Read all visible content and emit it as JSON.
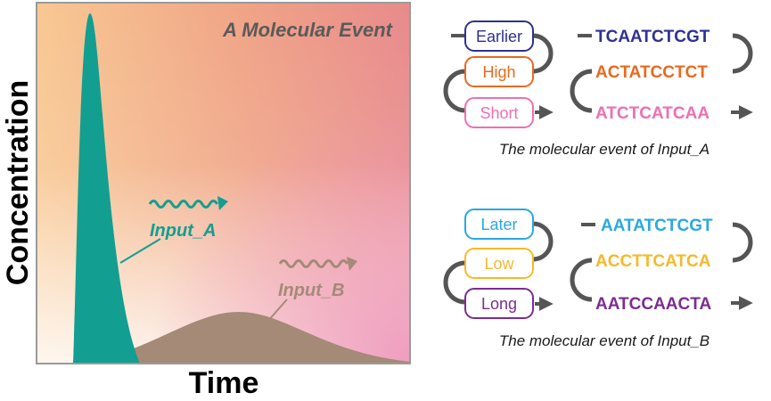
{
  "plot": {
    "title": "A Molecular Event",
    "xlabel": "Time",
    "ylabel": "Concentration",
    "input_a": {
      "label": "Input_A",
      "color": "#129e90"
    },
    "input_b": {
      "label": "Input_B",
      "color": "#a48a77"
    }
  },
  "event_a": {
    "caption": "The molecular event of Input_A",
    "pills": [
      {
        "label": "Earlier",
        "color": "#2e3192"
      },
      {
        "label": "High",
        "color": "#e86a1f"
      },
      {
        "label": "Short",
        "color": "#ef6fb0"
      }
    ],
    "sequences": [
      {
        "text": "TCAATCTCGT",
        "color": "#2e3192"
      },
      {
        "text": "ACTATCCTCT",
        "color": "#e86a1f"
      },
      {
        "text": "ATCTCATCAA",
        "color": "#ef6fb0"
      }
    ]
  },
  "event_b": {
    "caption": "The molecular event of Input_B",
    "pills": [
      {
        "label": "Later",
        "color": "#29a8e0"
      },
      {
        "label": "Low",
        "color": "#f6b92b"
      },
      {
        "label": "Long",
        "color": "#7b2d90"
      }
    ],
    "sequences": [
      {
        "text": "AATATCTCGT",
        "color": "#29a8e0"
      },
      {
        "text": "ACCTTCATCA",
        "color": "#f6b92b"
      },
      {
        "text": "AATCCAACTA",
        "color": "#7b2d90"
      }
    ]
  }
}
